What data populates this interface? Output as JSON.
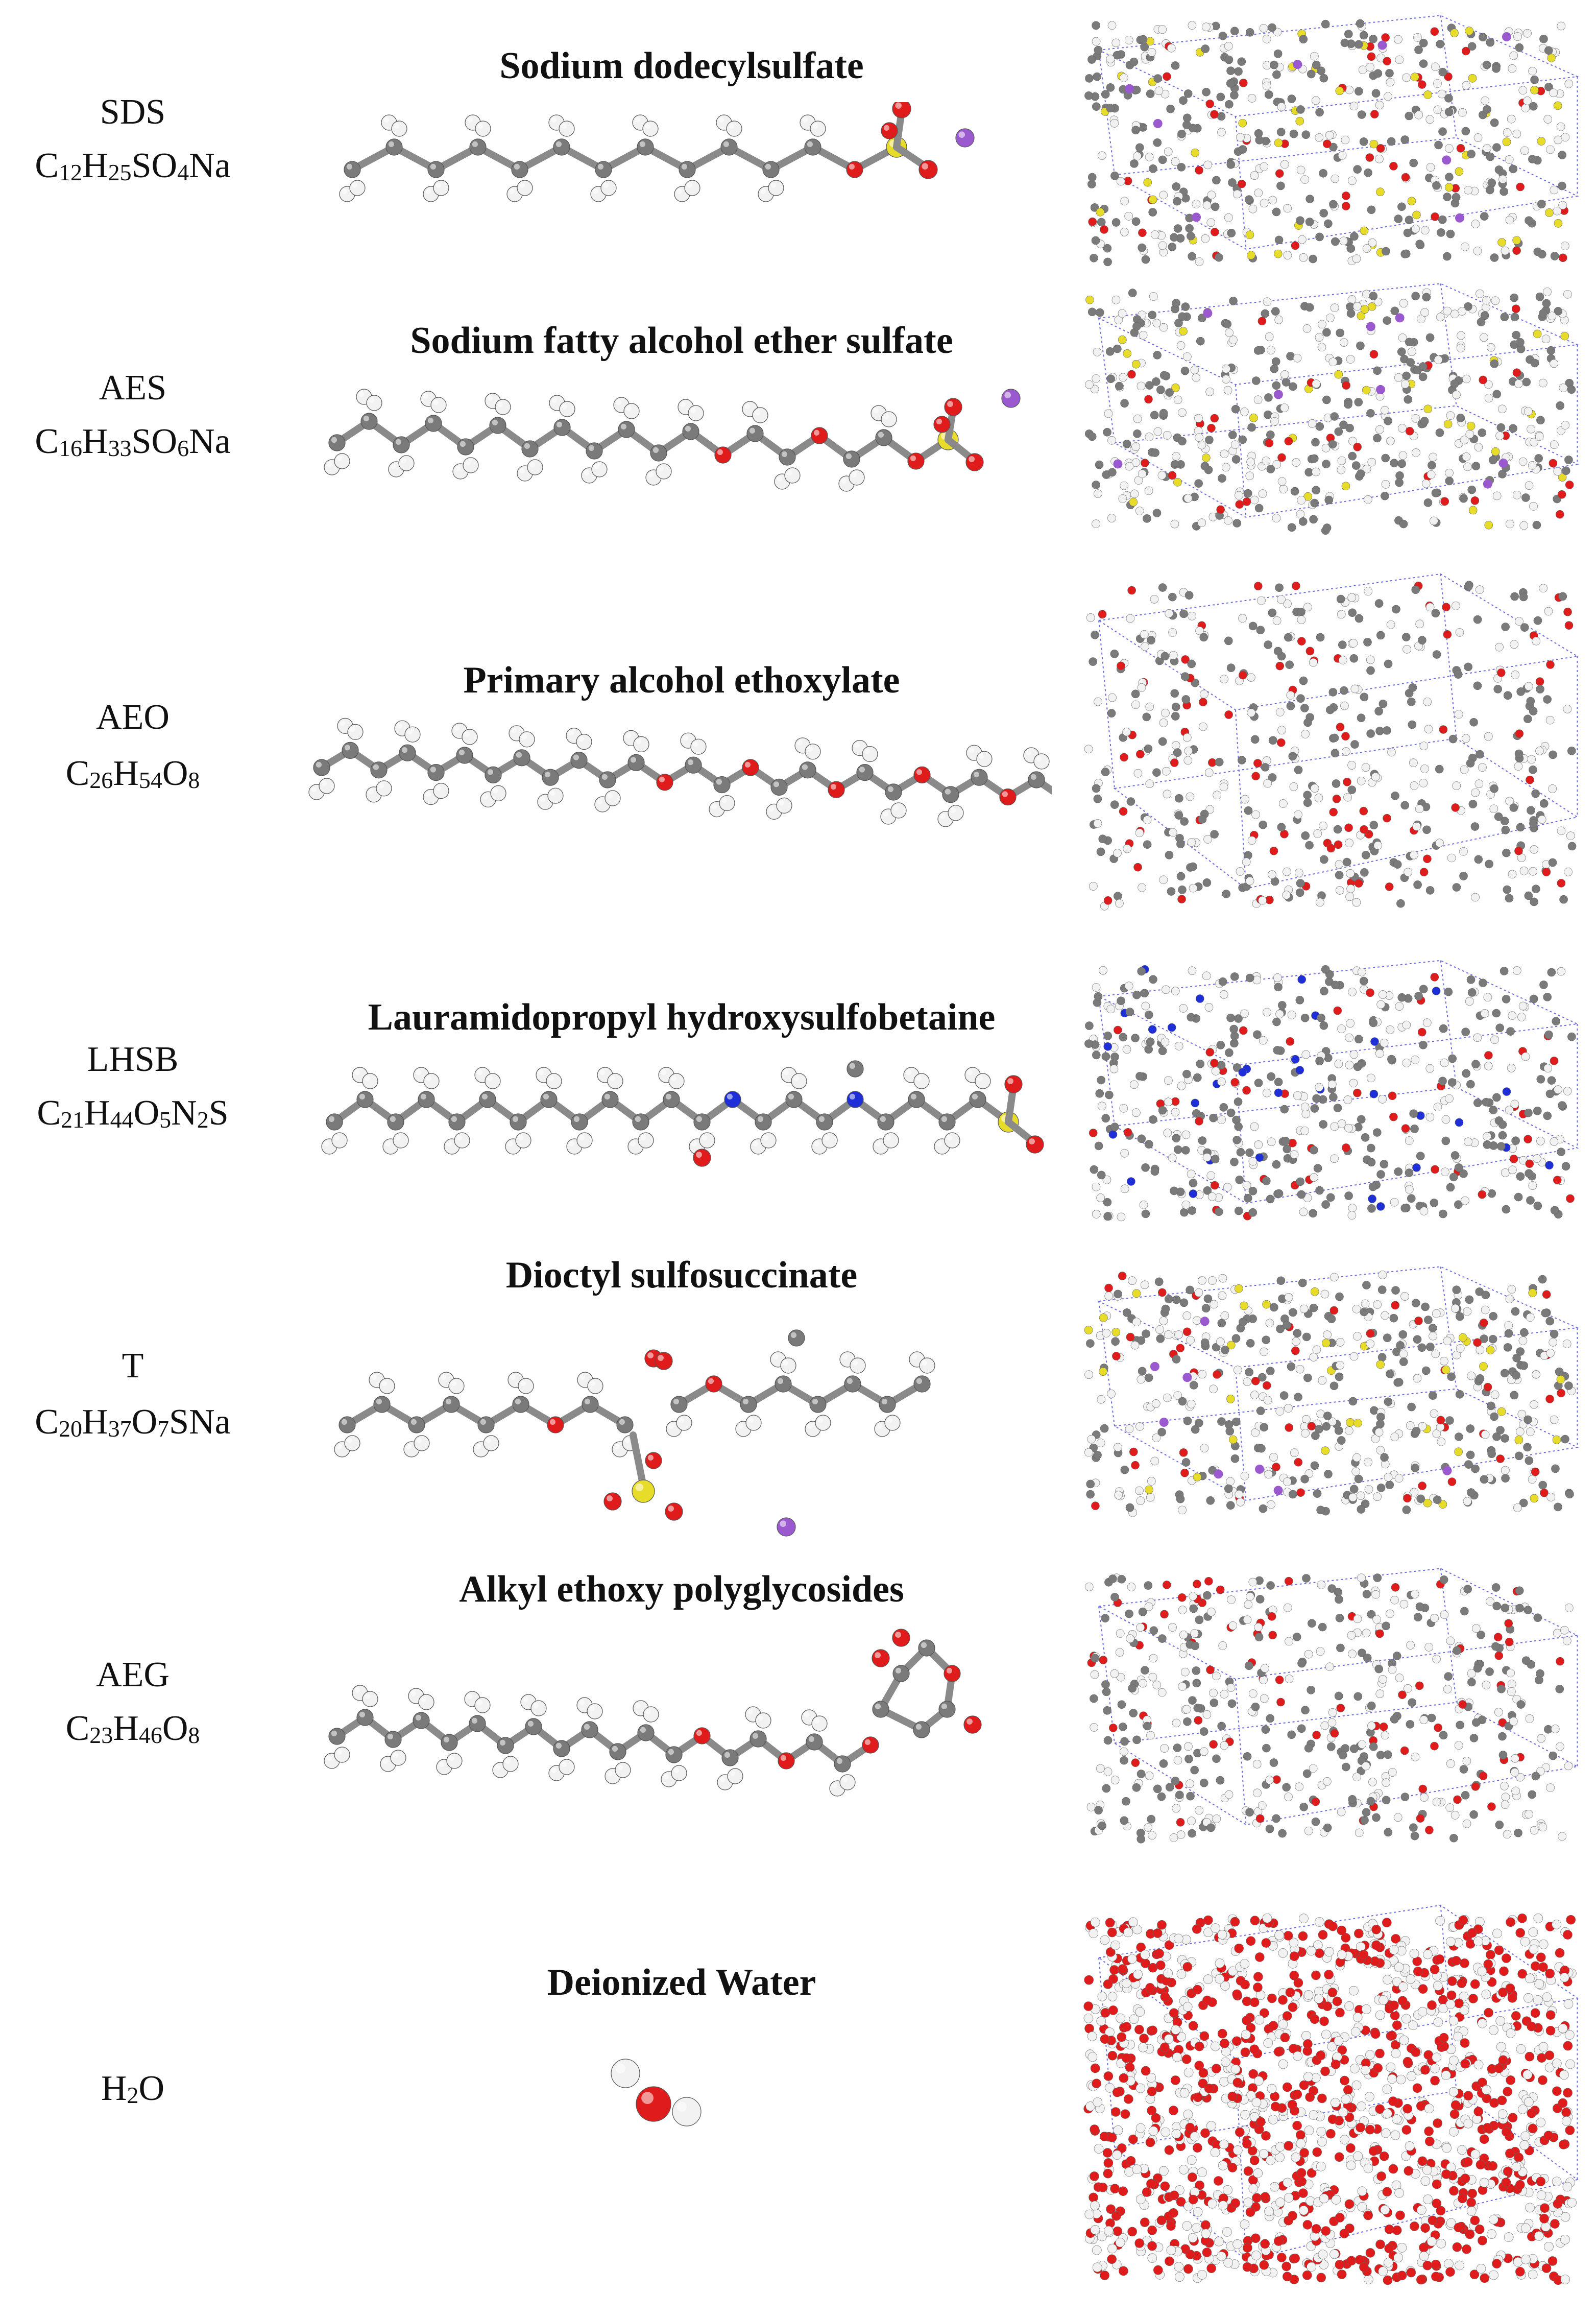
{
  "colors": {
    "carbon": "#7a7a7a",
    "hydrogen": "#f2f2f2",
    "oxygen": "#e01b1b",
    "sulfur": "#e8dc2a",
    "sodium": "#9b59d0",
    "nitrogen": "#1f2fd8",
    "box_line": "#6b6be0"
  },
  "rows": [
    {
      "abbr": "SDS",
      "formula_parts": [
        [
          "C",
          ""
        ],
        [
          "12",
          "s"
        ],
        [
          "H",
          ""
        ],
        [
          "25",
          "s"
        ],
        [
          "SO",
          ""
        ],
        [
          "4",
          "s"
        ],
        [
          "Na",
          ""
        ]
      ],
      "title": "Sodium dodecylsulfate",
      "atoms_icon": "sds-molecule-icon"
    },
    {
      "abbr": "AES",
      "formula_parts": [
        [
          "C",
          ""
        ],
        [
          "16",
          "s"
        ],
        [
          "H",
          ""
        ],
        [
          "33",
          "s"
        ],
        [
          "SO",
          ""
        ],
        [
          "6",
          "s"
        ],
        [
          "Na",
          ""
        ]
      ],
      "title": "Sodium fatty alcohol ether sulfate",
      "atoms_icon": "aes-molecule-icon"
    },
    {
      "abbr": "AEO",
      "formula_parts": [
        [
          "C",
          ""
        ],
        [
          "26",
          "s"
        ],
        [
          "H",
          ""
        ],
        [
          "54",
          "s"
        ],
        [
          "O",
          ""
        ],
        [
          "8",
          "s"
        ]
      ],
      "title": "Primary alcohol ethoxylate",
      "atoms_icon": "aeo-molecule-icon"
    },
    {
      "abbr": "LHSB",
      "formula_parts": [
        [
          "C",
          ""
        ],
        [
          "21",
          "s"
        ],
        [
          "H",
          ""
        ],
        [
          "44",
          "s"
        ],
        [
          "O",
          ""
        ],
        [
          "5",
          "s"
        ],
        [
          "N",
          ""
        ],
        [
          "2",
          "s"
        ],
        [
          "S",
          ""
        ]
      ],
      "title": "Lauramidopropyl hydroxysulfobetaine",
      "atoms_icon": "lhsb-molecule-icon"
    },
    {
      "abbr": "T",
      "formula_parts": [
        [
          "C",
          ""
        ],
        [
          "20",
          "s"
        ],
        [
          "H",
          ""
        ],
        [
          "37",
          "s"
        ],
        [
          "O",
          ""
        ],
        [
          "7",
          "s"
        ],
        [
          "SNa",
          ""
        ]
      ],
      "title": "Dioctyl sulfosuccinate",
      "atoms_icon": "t-molecule-icon"
    },
    {
      "abbr": "AEG",
      "formula_parts": [
        [
          "C",
          ""
        ],
        [
          "23",
          "s"
        ],
        [
          "H",
          ""
        ],
        [
          "46",
          "s"
        ],
        [
          "O",
          ""
        ],
        [
          "8",
          "s"
        ]
      ],
      "title": "Alkyl ethoxy polyglycosides",
      "atoms_icon": "aeg-molecule-icon"
    },
    {
      "abbr": "",
      "formula_parts": [
        [
          "H",
          ""
        ],
        [
          "2",
          "s"
        ],
        [
          "O",
          ""
        ]
      ],
      "title": "Deionized Water",
      "atoms_icon": "water-molecule-icon"
    }
  ]
}
